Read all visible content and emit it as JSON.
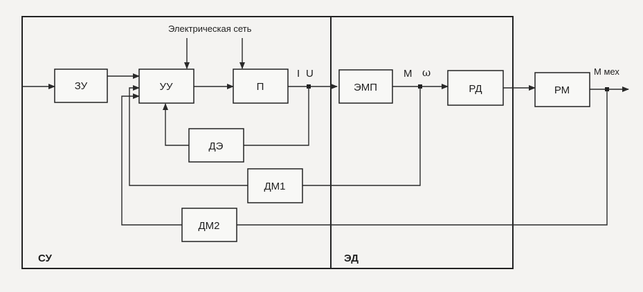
{
  "regions": {
    "control_system": "СУ",
    "electric_drive": "ЭД"
  },
  "source_label": "Электрическая сеть",
  "blocks": {
    "zu": "ЗУ",
    "uu": "УУ",
    "p": "П",
    "de": "ДЭ",
    "dm1": "ДМ1",
    "dm2": "ДМ2",
    "emp": "ЭМП",
    "rd": "РД",
    "rm": "РМ"
  },
  "signals": {
    "current": "I",
    "voltage": "U",
    "torque": "M",
    "omega": "ω",
    "mech_torque": "M мех"
  }
}
